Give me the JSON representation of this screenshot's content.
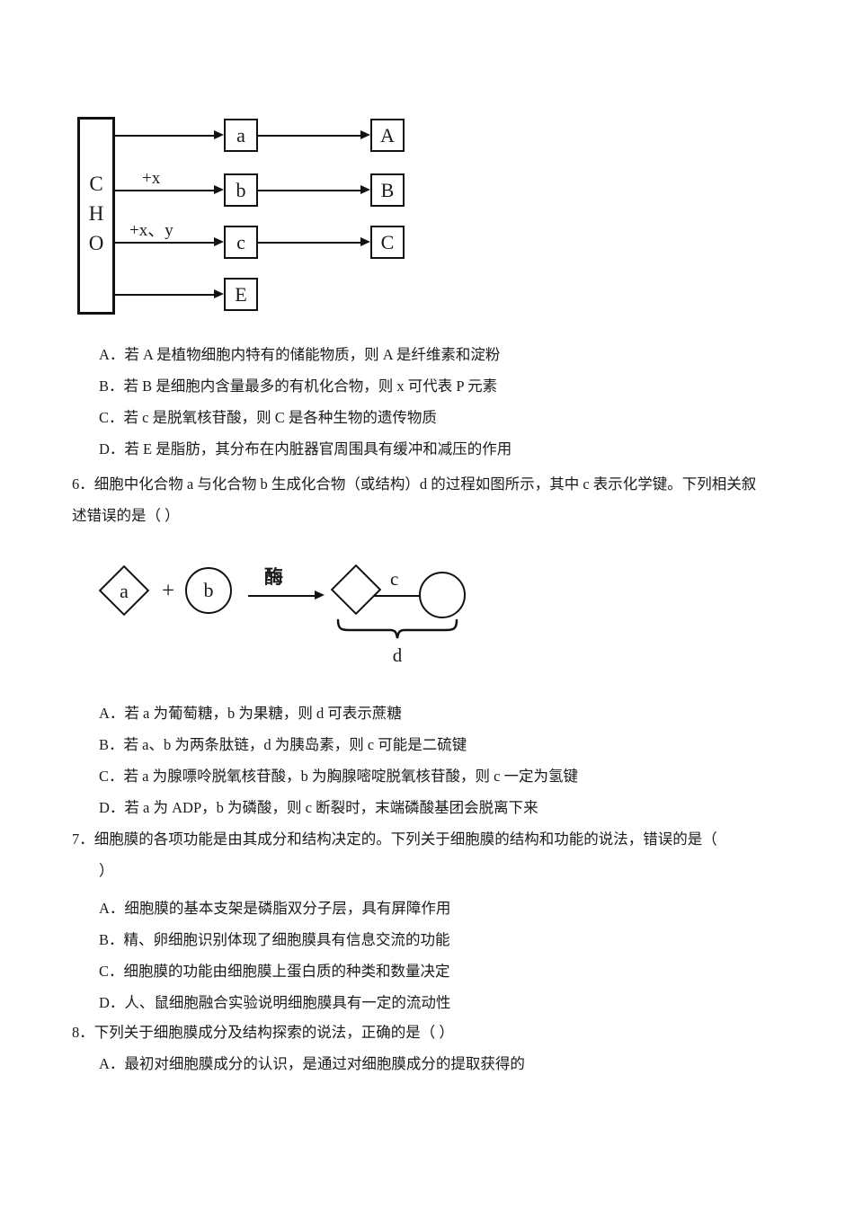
{
  "figure1": {
    "source_label": [
      "C",
      "H",
      "O"
    ],
    "rows": [
      {
        "arrow_label": "",
        "mid": "a",
        "end": "A"
      },
      {
        "arrow_label": "+x",
        "mid": "b",
        "end": "B"
      },
      {
        "arrow_label": "+x、y",
        "mid": "c",
        "end": "C"
      },
      {
        "arrow_label": "",
        "mid": "E",
        "end": ""
      }
    ]
  },
  "figure2": {
    "reactant_a": "a",
    "plus": "+",
    "reactant_b": "b",
    "arrow_label": "酶",
    "bond_label": "c",
    "product_label": "d"
  },
  "questions": [
    {
      "options": [
        "A．若 A 是植物细胞内特有的储能物质，则 A 是纤维素和淀粉",
        "B．若 B 是细胞内含量最多的有机化合物，则 x 可代表 P 元素",
        "C．若 c 是脱氧核苷酸，则 C 是各种生物的遗传物质",
        "D．若 E 是脂肪，其分布在内脏器官周围具有缓冲和减压的作用"
      ]
    },
    {
      "number": "6",
      "stem_lines": [
        "6．细胞中化合物 a 与化合物 b 生成化合物（或结构）d 的过程如图所示，其中 c 表示化学键。下列相关叙",
        "述错误的是（     ）"
      ],
      "options": [
        "A．若 a 为葡萄糖，b 为果糖，则 d 可表示蔗糖",
        "B．若 a、b 为两条肽链，d 为胰岛素，则 c 可能是二硫键",
        "C．若 a 为腺嘌呤脱氧核苷酸，b 为胸腺嘧啶脱氧核苷酸，则 c 一定为氢键",
        "D．若 a 为 ADP，b 为磷酸，则 c 断裂时，末端磷酸基团会脱离下来"
      ]
    },
    {
      "number": "7",
      "stem_lines": [
        "7．细胞膜的各项功能是由其成分和结构决定的。下列关于细胞膜的结构和功能的说法，错误的是（",
        "）"
      ],
      "options": [
        "A．细胞膜的基本支架是磷脂双分子层，具有屏障作用",
        "B．精、卵细胞识别体现了细胞膜具有信息交流的功能",
        "C．细胞膜的功能由细胞膜上蛋白质的种类和数量决定",
        "D．人、鼠细胞融合实验说明细胞膜具有一定的流动性"
      ]
    },
    {
      "number": "8",
      "stem_lines": [
        "8．下列关于细胞膜成分及结构探索的说法，正确的是（    ）"
      ],
      "options": [
        "A．最初对细胞膜成分的认识，是通过对细胞膜成分的提取获得的"
      ]
    }
  ]
}
